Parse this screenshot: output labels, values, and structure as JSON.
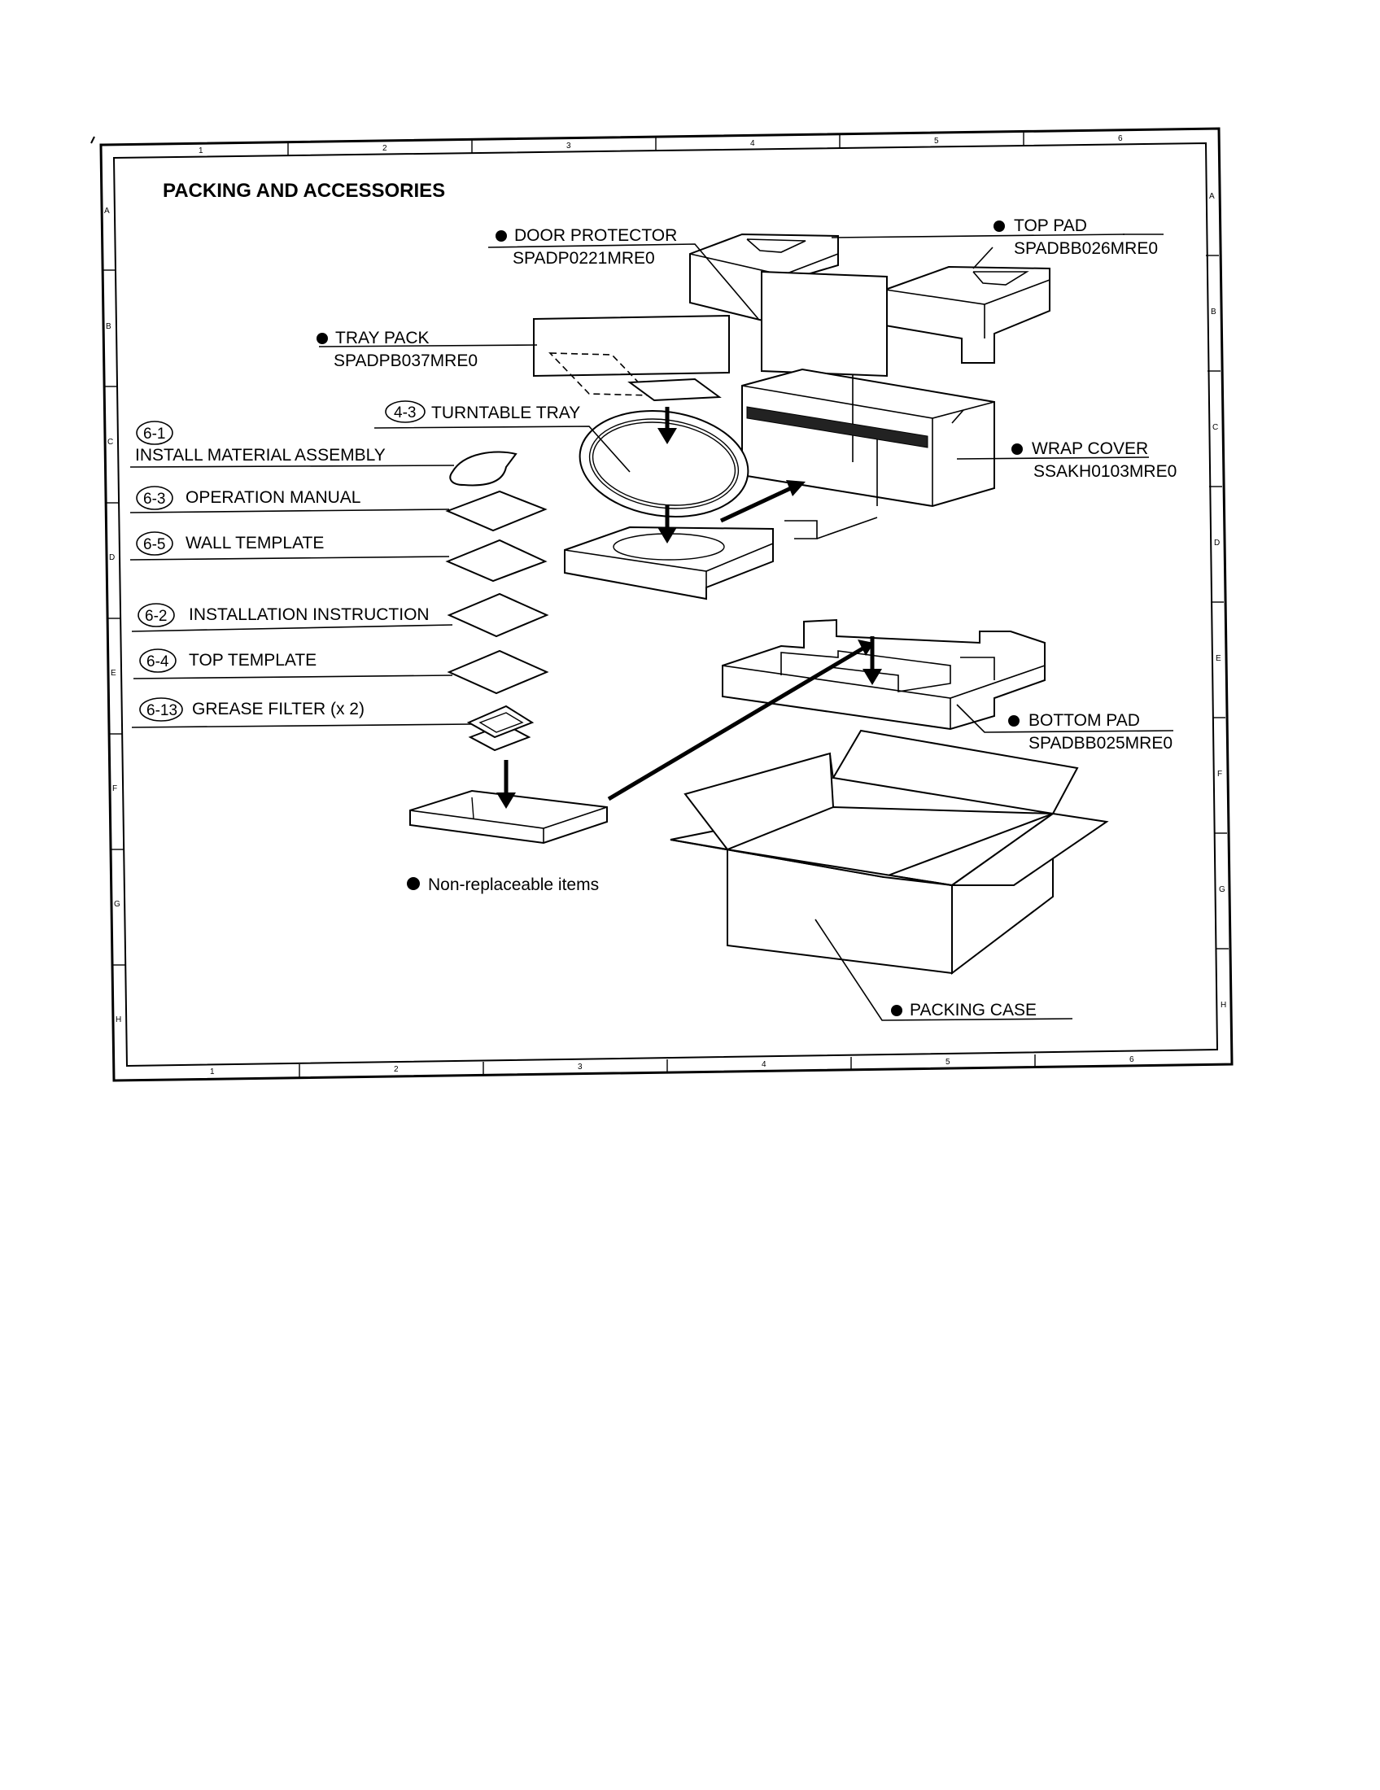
{
  "title": "PACKING AND ACCESSORIES",
  "legend": "Non-replaceable items",
  "grid": {
    "columns": [
      "1",
      "2",
      "3",
      "4",
      "5",
      "6"
    ],
    "rows": [
      "A",
      "B",
      "C",
      "D",
      "E",
      "F",
      "G",
      "H"
    ]
  },
  "parts": {
    "door_protector": {
      "name": "DOOR PROTECTOR",
      "code": "SPADP0221MRE0"
    },
    "top_pad": {
      "name": "TOP PAD",
      "code": "SPADBB026MRE0"
    },
    "tray_pack": {
      "name": "TRAY PACK",
      "code": "SPADPB037MRE0"
    },
    "turntable_tray": {
      "ref": "4-3",
      "name": "TURNTABLE TRAY"
    },
    "install_material": {
      "ref": "6-1",
      "name": "INSTALL MATERIAL ASSEMBLY"
    },
    "wrap_cover": {
      "name": "WRAP COVER",
      "code": "SSAKH0103MRE0"
    },
    "operation_manual": {
      "ref": "6-3",
      "name": "OPERATION MANUAL"
    },
    "wall_template": {
      "ref": "6-5",
      "name": "WALL TEMPLATE"
    },
    "installation_instruction": {
      "ref": "6-2",
      "name": "INSTALLATION INSTRUCTION"
    },
    "top_template": {
      "ref": "6-4",
      "name": "TOP TEMPLATE"
    },
    "grease_filter": {
      "ref": "6-13",
      "name": "GREASE FILTER (x 2)"
    },
    "bottom_pad": {
      "name": "BOTTOM PAD",
      "code": "SPADBB025MRE0"
    },
    "packing_case": {
      "name": "PACKING CASE"
    }
  }
}
